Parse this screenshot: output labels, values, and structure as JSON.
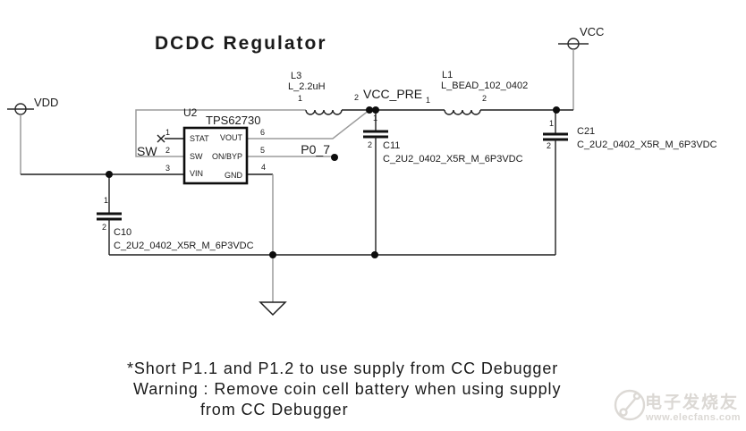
{
  "title": "DCDC Regulator",
  "ports": {
    "vdd": "VDD",
    "vcc": "VCC"
  },
  "net_labels": {
    "vcc_pre": "VCC_PRE",
    "sw": "SW",
    "p0_7": "P0_7"
  },
  "ic": {
    "ref": "U2",
    "part": "TPS62730",
    "pins": {
      "left": [
        {
          "num": "1",
          "name": "STAT"
        },
        {
          "num": "2",
          "name": "SW"
        },
        {
          "num": "3",
          "name": "VIN"
        }
      ],
      "right": [
        {
          "num": "6",
          "name": "VOUT"
        },
        {
          "num": "5",
          "name": "ON/BYP"
        },
        {
          "num": "4",
          "name": "GND"
        }
      ]
    }
  },
  "components": {
    "l3": {
      "ref": "L3",
      "value": "L_2.2uH",
      "pin1": "1",
      "pin2": "2"
    },
    "l1": {
      "ref": "L1",
      "value": "L_BEAD_102_0402",
      "pin1": "1",
      "pin2": "2"
    },
    "c10": {
      "ref": "C10",
      "value": "C_2U2_0402_X5R_M_6P3VDC",
      "pin1": "1",
      "pin2": "2"
    },
    "c11": {
      "ref": "C11",
      "value": "C_2U2_0402_X5R_M_6P3VDC",
      "pin1": "1",
      "pin2": "2"
    },
    "c21": {
      "ref": "C21",
      "value": "C_2U2_0402_X5R_M_6P3VDC",
      "pin1": "1",
      "pin2": "2"
    }
  },
  "notes": {
    "line1": "*Short P1.1 and P1.2 to use supply from CC Debugger",
    "line2": "Warning : Remove coin cell battery when using supply",
    "line3": "from CC Debugger"
  },
  "watermark": {
    "brand": "电子发烧友",
    "site": "www.elecfans.com"
  },
  "colors": {
    "wire": "#1f1f1f",
    "wire_highlight": "#9b9b9b",
    "watermark": "#dbd8d4"
  }
}
